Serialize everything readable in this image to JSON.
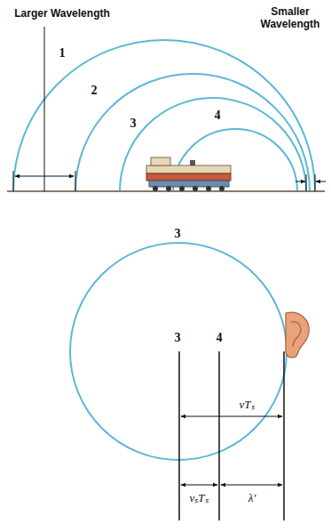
{
  "diagram": {
    "labels": [
      "Larger Wavelength",
      "Smaller Wavelength",
      "1",
      "2",
      "3",
      "4",
      "3",
      "3",
      "4",
      "vTₛ",
      "vₛTₛ",
      "λ′"
    ]
  }
}
